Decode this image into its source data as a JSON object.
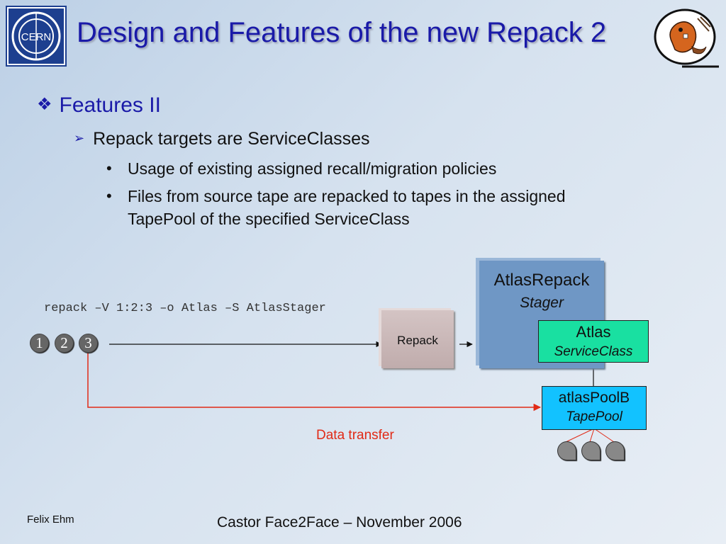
{
  "slide": {
    "title": "Design and Features of the new Repack 2",
    "logo_text": "CERN",
    "accent_color": "#1a1aa8",
    "level1": {
      "marker": "❖",
      "text": "Features II"
    },
    "level2": {
      "marker": "➢",
      "text": "Repack targets are ServiceClasses"
    },
    "bullets": [
      {
        "marker": "•",
        "text": "Usage of existing assigned recall/migration policies"
      },
      {
        "marker": "•",
        "text": "Files from source tape are repacked to tapes in the assigned TapePool of the specified ServiceClass"
      }
    ],
    "footer": {
      "author": "Felix Ehm",
      "event": "Castor Face2Face – November 2006"
    }
  },
  "diagram": {
    "command": "repack –V 1:2:3 –o Atlas –S AtlasStager",
    "tape_ids": [
      "1",
      "2",
      "3"
    ],
    "repack_label": "Repack",
    "stager": {
      "name": "AtlasRepack",
      "type": "Stager"
    },
    "service_class": {
      "name": "Atlas",
      "type": "ServiceClass"
    },
    "tape_pool": {
      "name": "atlasPoolB",
      "type": "TapePool"
    },
    "data_transfer_label": "Data transfer",
    "colors": {
      "transfer_line": "#e12a16",
      "service_class_box": "#19e0a1",
      "tape_pool_box": "#12c2ff",
      "stager_box": "#6f97c5",
      "repack_box": "#c8b6b6"
    }
  }
}
